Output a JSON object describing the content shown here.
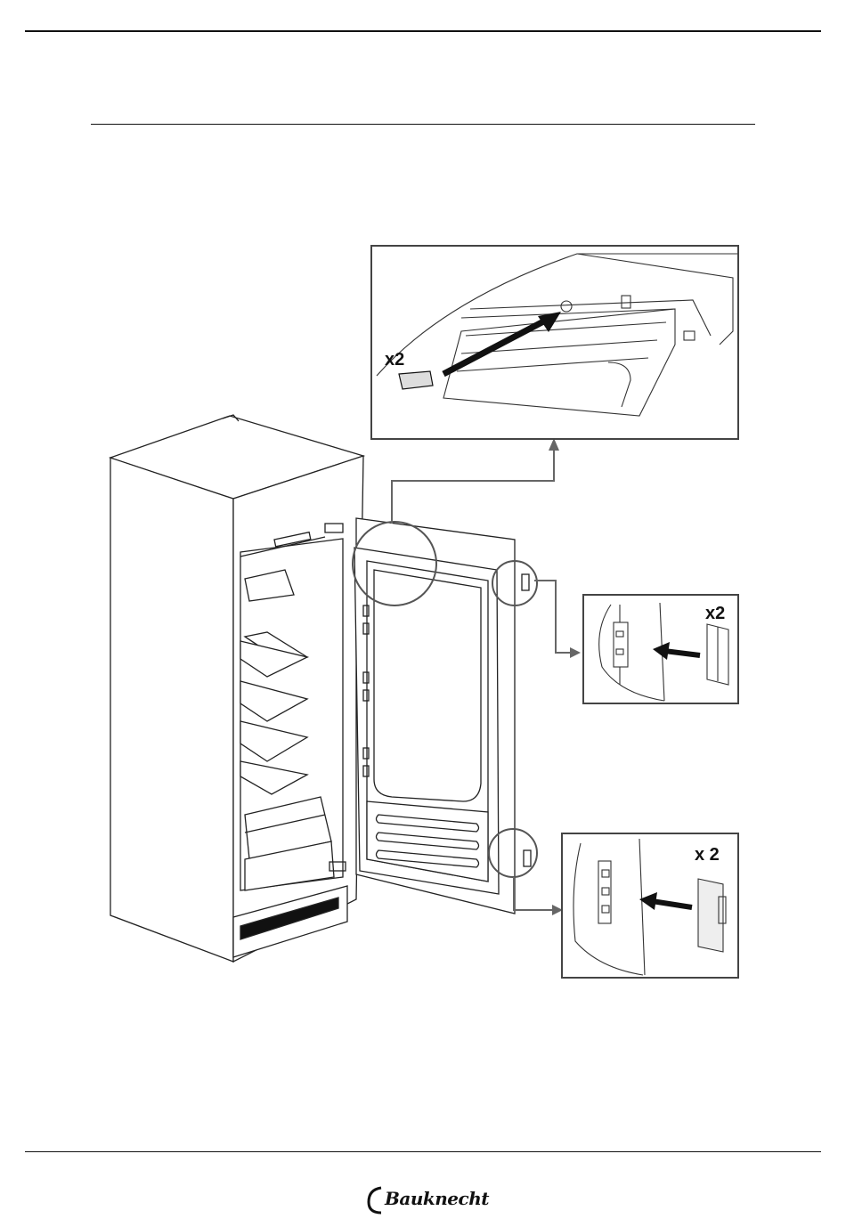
{
  "page": {
    "brand": "Bauknecht"
  },
  "callouts": {
    "top_panel": {
      "quantity_label": "x2"
    },
    "right_top_panel": {
      "quantity_label": "x2"
    },
    "right_bottom_panel": {
      "quantity_label": "x 2"
    }
  },
  "colors": {
    "line": "#111111",
    "panel_border": "#444444",
    "arrow": "#111111",
    "connector": "#666666"
  }
}
